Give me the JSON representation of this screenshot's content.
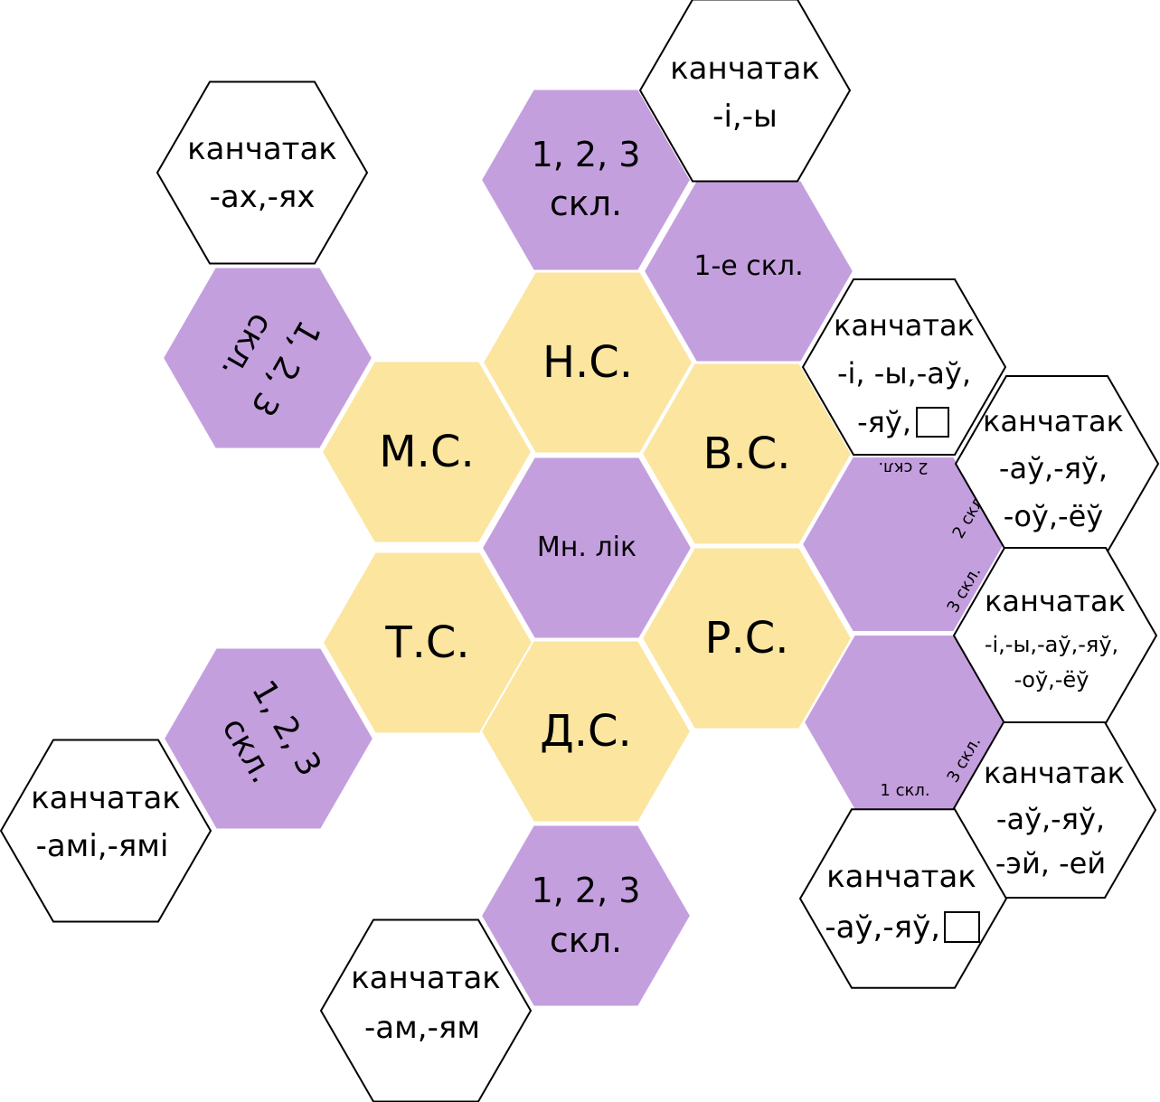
{
  "colors": {
    "case": "#fbe59f",
    "declension": "#c49fde",
    "ending": "#ffffff",
    "outline": "#000000"
  },
  "center": {
    "label": "Мн. лік"
  },
  "cases": {
    "nom": "Н.С.",
    "gen": "Р.С.",
    "dat": "Д.С.",
    "acc": "В.С.",
    "ins": "Т.С.",
    "loc": "М.С."
  },
  "declensions": {
    "nom_decl": [
      "1, 2, 3",
      "скл."
    ],
    "acc_decl": "1-е скл.",
    "loc_decl": [
      "1, 2, 3",
      "скл."
    ],
    "ins_decl": [
      "1, 2, 3",
      "скл."
    ],
    "dat_decl": [
      "1, 2, 3",
      "скл."
    ],
    "gen_decl_upper": {
      "top": "2 скл.",
      "right": "2 скл.",
      "bottom": "3 скл."
    },
    "gen_decl_lower": {
      "right": "3 скл.",
      "bottom": "1 скл."
    }
  },
  "endings": {
    "nom_end": [
      "канчатак",
      "-і,-ы"
    ],
    "loc_end": [
      "канчатак",
      "-ах,-ях"
    ],
    "acc_end": [
      "канчатак",
      "-і, -ы,-аў,",
      "-яў,"
    ],
    "acc_end2": [
      "канчатак",
      "-аў,-яў,",
      "-оў,-ёў"
    ],
    "gen_end": [
      "канчатак",
      "-і,-ы,-аў,-яў,",
      "-оў,-ёў"
    ],
    "gen_end2": [
      "канчатак",
      "-аў,-яў,",
      "-эй, -ей"
    ],
    "gen_end3": [
      "канчатак",
      "-аў,-яў,"
    ],
    "ins_end": [
      "канчатак",
      "-амі,-ямі"
    ],
    "dat_end": [
      "канчатак",
      "-ам,-ям"
    ]
  }
}
